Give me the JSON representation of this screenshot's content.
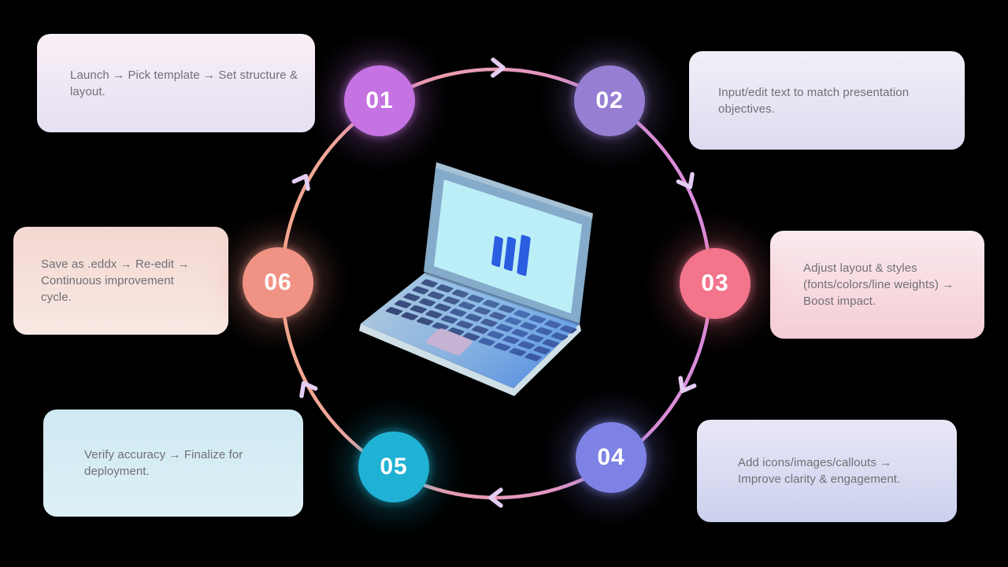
{
  "title": "presentation-workflow-cycle",
  "background_color": "#000000",
  "text_color": "#706F75",
  "ring": {
    "gradient_start": "#F5A88F",
    "gradient_end": "#D98BE0",
    "arrow_color": "#E4CDF2"
  },
  "center_illustration": {
    "name": "laptop-with-bar-chart",
    "screen_color": "#BCEEF8",
    "bar_color": "#2B5DE0"
  },
  "steps": [
    {
      "number": "01",
      "circle_color": "#C573E2",
      "card_gradient": [
        "#F8EEF5",
        "#E6E1F3"
      ],
      "text": "Launch → Pick template → Set structure & layout."
    },
    {
      "number": "02",
      "circle_color": "#967FD2",
      "card_gradient": [
        "#F2EFF8",
        "#DFDAF0"
      ],
      "text": "Input/edit text to match presentation objectives."
    },
    {
      "number": "03",
      "circle_color": "#F3758B",
      "card_gradient": [
        "#FAEAEE",
        "#F5CDD5"
      ],
      "text": "Adjust layout & styles (fonts/colors/line weights) → Boost impact."
    },
    {
      "number": "04",
      "circle_color": "#7E82E4",
      "card_gradient": [
        "#E9E7F7",
        "#CBD1ED"
      ],
      "text": "Add icons/images/callouts → Improve clarity & engagement."
    },
    {
      "number": "05",
      "circle_color": "#20B2D4",
      "card_gradient": [
        "#CFE9F2",
        "#DEF0F7"
      ],
      "text": "Verify accuracy → Finalize for deployment."
    },
    {
      "number": "06",
      "circle_color": "#F09384",
      "card_gradient": [
        "#F3D8D1",
        "#F9E8E3"
      ],
      "text": "Save as .eddx → Re-edit → Continuous improvement cycle."
    }
  ]
}
